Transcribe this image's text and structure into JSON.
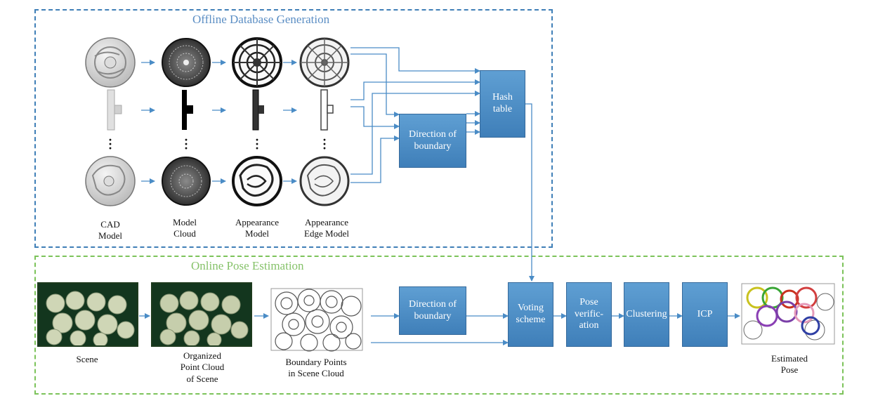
{
  "sections": {
    "offline_title": "Offline Database Generation",
    "online_title": "Online Pose Estimation"
  },
  "offline_columns": [
    {
      "caption": "CAD\nModel"
    },
    {
      "caption": "Model\nCloud"
    },
    {
      "caption": "Appearance\nModel"
    },
    {
      "caption": "Appearance\nEdge Model"
    }
  ],
  "boxes": {
    "hash_table": "Hash\ntable",
    "direction_offline": "Direction of\nboundary",
    "direction_online": "Direction of\nboundary",
    "voting": "Voting\nscheme",
    "pose_verification": "Pose\nverific-\nation",
    "clustering": "Clustering",
    "icp": "ICP"
  },
  "online_captions": {
    "scene": "Scene",
    "organized": "Organized\nPoint Cloud\nof Scene",
    "boundary_points": "Boundary Points\nin Scene Cloud",
    "estimated": "Estimated\nPose"
  },
  "colors": {
    "offline_border": "#3f7fb7",
    "online_border": "#7cc35a",
    "box_fill": "#4a8cc6",
    "arrow": "#4a8cc6"
  }
}
